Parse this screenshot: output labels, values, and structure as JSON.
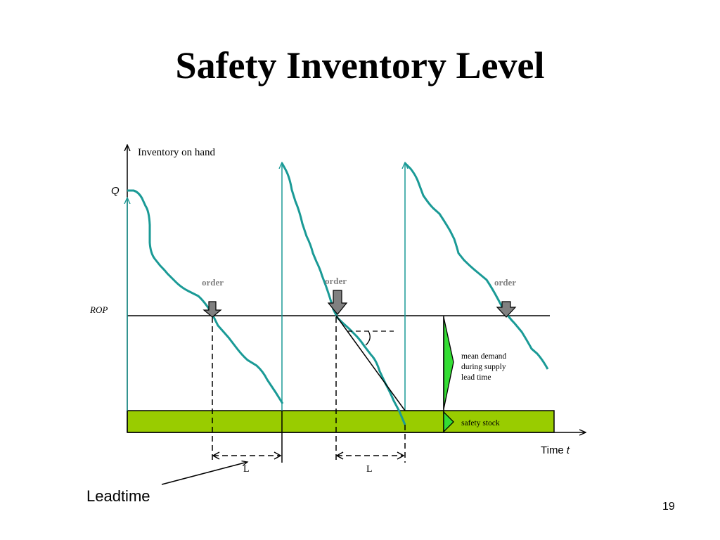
{
  "slide": {
    "title": "Safety Inventory Level",
    "page_number": "19"
  },
  "diagram": {
    "y_axis_label": "Inventory on hand",
    "q_label": "Q",
    "rop_label": "ROP",
    "x_axis_label": "Time",
    "x_axis_var": "t",
    "order_labels": [
      "order",
      "order",
      "order"
    ],
    "lead_time_labels": [
      "L",
      "L"
    ],
    "mean_demand_label": [
      "mean demand",
      "during supply",
      "lead time"
    ],
    "safety_stock_label": "safety stock",
    "leadtime_callout": "Leadtime"
  },
  "colors": {
    "inventory_curve": "#1a9a96",
    "replenish_line": "#1a9a96",
    "safety_stock_fill": "#99cc00",
    "mean_demand_fill": "#33dd33",
    "order_arrow": "#808080",
    "axis": "#000000"
  }
}
